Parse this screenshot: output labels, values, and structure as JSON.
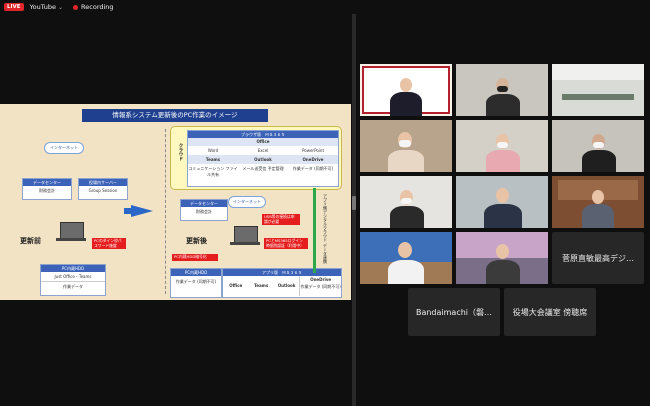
{
  "topbar": {
    "live_badge": "LIVE",
    "source": "YouTube",
    "recording": "Recording"
  },
  "slide": {
    "title": "情報系システム更新後のPC作業のイメージ",
    "before_label": "更新前",
    "after_label": "更新後",
    "internet_left": "インターネット",
    "internet_right": "インターネット",
    "datacenter_left": "データセンター",
    "datacenter_left_sub": "財務会計",
    "server_left": "役場内サーバー",
    "server_left_sub": "Group Session",
    "red_left": "PCのダイン枠パスワード施錠",
    "hdd_left": "PC内蔵HDD",
    "hdd_left_row1": "Just Office・Teams",
    "hdd_left_row2": "作業データ",
    "cloud_label": "クラウド",
    "browser_header": "ブラウザ版　ＭＳ３６５",
    "office_header": "Office",
    "apps_row": [
      "Word",
      "Excel",
      "PowerPoint"
    ],
    "apps_row2": [
      "Teams",
      "Outlook",
      "OneDrive"
    ],
    "apps_row3": [
      "コミュニケーション ファイル共有",
      "メール送受信 予定管理",
      "作業データ (同期不可)"
    ],
    "datacenter_right": "データセンター",
    "datacenter_right_sub": "財務会計",
    "red_usb": "USB等の接続は申請が必要",
    "red_pc365": "PCとMS365ログイン時個別認証（利用中）",
    "red_hdd_right": "PC内蔵HDD暗号化",
    "hdd_right": "PC内蔵HDD",
    "hdd_right_row": "作業データ (同期不可)",
    "app_header": "アプリ版　ＭＳ３６５",
    "app_cells": [
      "Office",
      "Teams",
      "Outlook",
      "OneDrive"
    ],
    "app_onedrive_sub": "作業データ (同期不可)",
    "green_vertical": "アプリ側デジタルクラウド データ連携"
  },
  "participants": {
    "name1": "菅原直敏最高デジ…",
    "name2": "Bandaimachi（磐…",
    "name3": "役場大会議室 傍聴席"
  },
  "colors": {
    "live": "#e0262b",
    "slide_bg": "#f1e3c4",
    "title_bar": "#1f3f8f",
    "arrow": "#2b67c7",
    "alert_red": "#e51d1d"
  }
}
